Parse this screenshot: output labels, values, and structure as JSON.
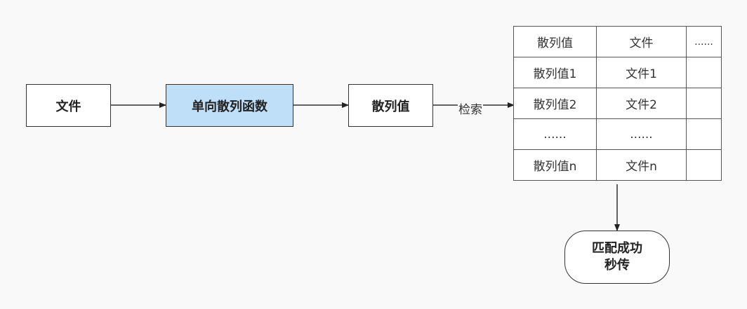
{
  "nodes": {
    "file": "文件",
    "hash_function": "单向散列函数",
    "hash_value": "散列值",
    "match_line1": "匹配成功",
    "match_line2": "秒传"
  },
  "edges": {
    "search_label": "检索"
  },
  "table": {
    "rows": [
      [
        "散列值",
        "文件",
        "......"
      ],
      [
        "散列值1",
        "文件1",
        ""
      ],
      [
        "散列值2",
        "文件2",
        ""
      ],
      [
        "......",
        "......",
        ""
      ],
      [
        "散列值n",
        "文件n",
        ""
      ]
    ]
  },
  "colors": {
    "highlight": "#bfdff9",
    "stroke": "#333333",
    "background": "#f9f9f9"
  }
}
